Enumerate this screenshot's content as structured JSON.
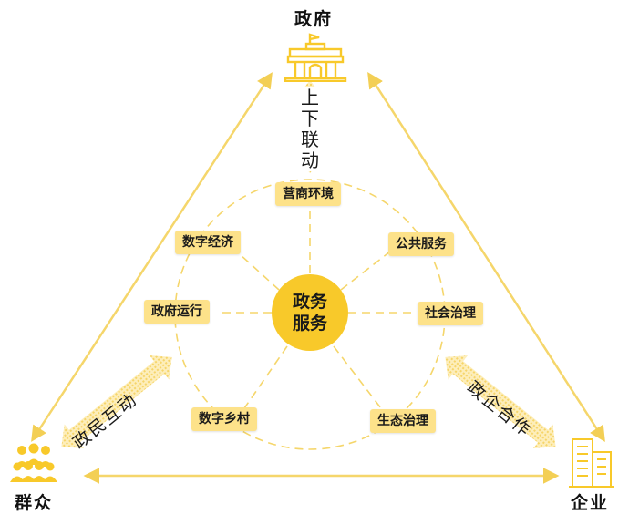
{
  "corners": {
    "government": "政府",
    "public": "群众",
    "enterprise": "企业"
  },
  "edges": {
    "gov_center": "上下联动",
    "public_center": "政民互动",
    "enterprise_center": "政企合作"
  },
  "center": {
    "line1": "政务",
    "line2": "服务"
  },
  "nodes": {
    "top": "营商环境",
    "upper_left": "数字经济",
    "upper_right": "公共服务",
    "left": "政府运行",
    "right": "社会治理",
    "lower_left": "数字乡村",
    "lower_right": "生态治理"
  },
  "colors": {
    "accent": "#f8c92a",
    "node_fill": "#fde28a",
    "line": "#f5d66b"
  }
}
